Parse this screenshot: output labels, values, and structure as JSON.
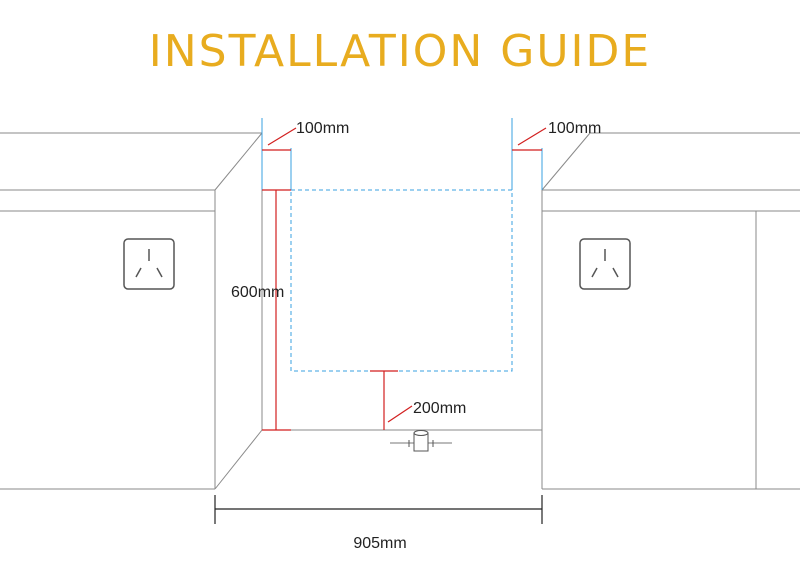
{
  "title": "INSTALLATION GUIDE",
  "dimensions": {
    "gap_left": "100mm",
    "gap_right": "100mm",
    "height": "600mm",
    "offset": "200mm",
    "width": "905mm"
  },
  "colors": {
    "title": "#e8ac1f",
    "lines": "#888888",
    "dimension": "#d21f1f",
    "zone": "#3aa0e0"
  },
  "icons": [
    "power-socket-icon",
    "power-socket-icon",
    "water-valve-icon"
  ]
}
